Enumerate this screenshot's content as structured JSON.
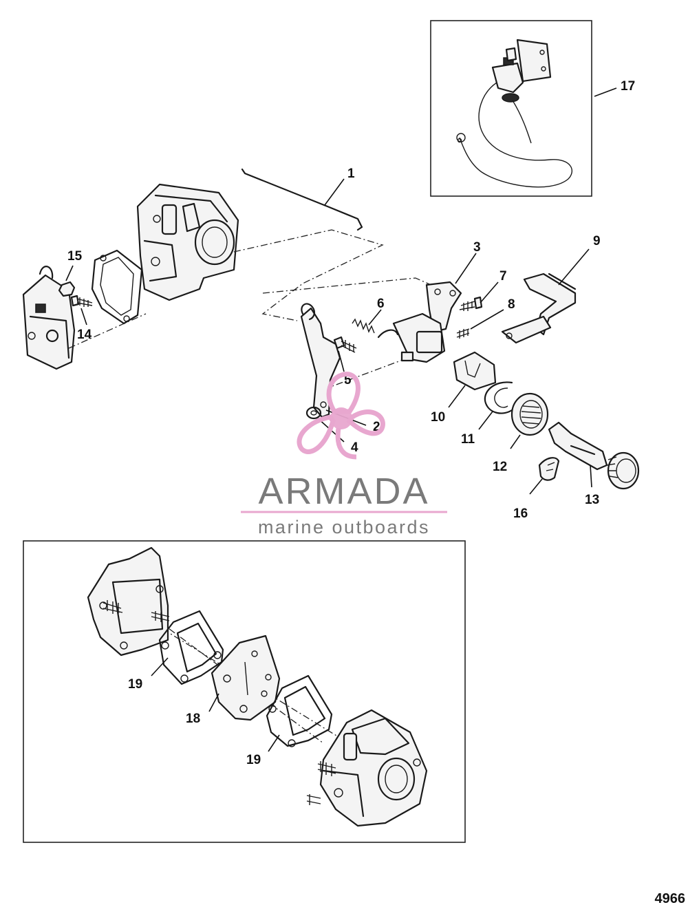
{
  "figure_number": "4966",
  "watermark": {
    "brand": "ARMADA",
    "tagline": "marine outboards",
    "accent_color": "#e8a7cf",
    "text_color": "#7a7a7a"
  },
  "callouts": [
    {
      "id": "1",
      "text": "1"
    },
    {
      "id": "2",
      "text": "2"
    },
    {
      "id": "3",
      "text": "3"
    },
    {
      "id": "4",
      "text": "4"
    },
    {
      "id": "5",
      "text": "5"
    },
    {
      "id": "6",
      "text": "6"
    },
    {
      "id": "7",
      "text": "7"
    },
    {
      "id": "8",
      "text": "8"
    },
    {
      "id": "9",
      "text": "9"
    },
    {
      "id": "10",
      "text": "10"
    },
    {
      "id": "11",
      "text": "11"
    },
    {
      "id": "12",
      "text": "12"
    },
    {
      "id": "13",
      "text": "13"
    },
    {
      "id": "14",
      "text": "14"
    },
    {
      "id": "15",
      "text": "15"
    },
    {
      "id": "16",
      "text": "16"
    },
    {
      "id": "17",
      "text": "17"
    },
    {
      "id": "18",
      "text": "18"
    },
    {
      "id": "19a",
      "text": "19"
    },
    {
      "id": "19b",
      "text": "19"
    }
  ]
}
